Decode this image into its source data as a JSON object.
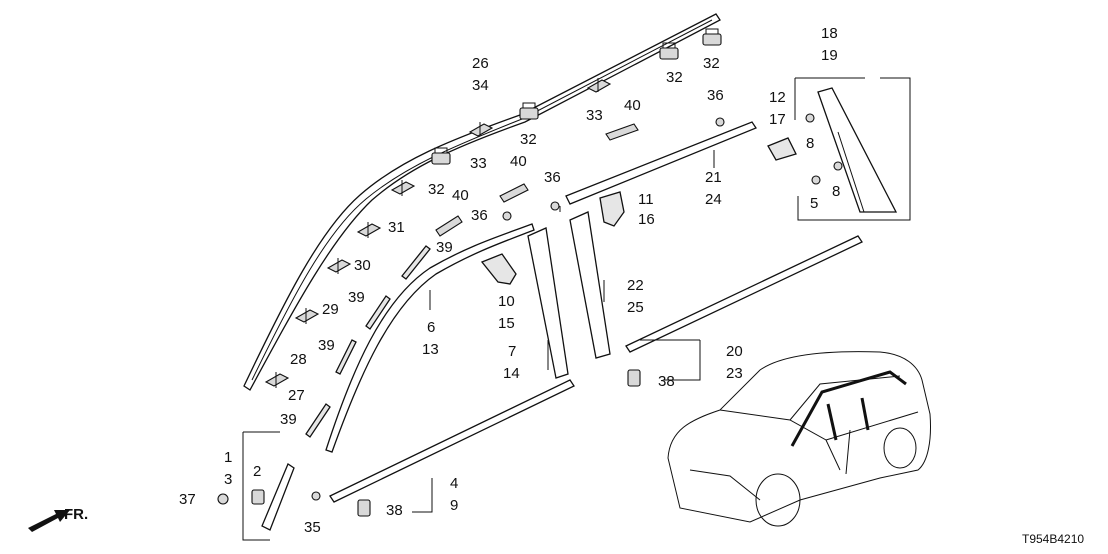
{
  "diagram_code": "T954B4210",
  "front_indicator": "FR.",
  "callouts": {
    "c1": "1",
    "c3": "3",
    "c2": "2",
    "c37": "37",
    "c4": "4",
    "c9": "9",
    "c35": "35",
    "c38a": "38",
    "c6": "6",
    "c13": "13",
    "c7": "7",
    "c14": "14",
    "c10": "10",
    "c15": "15",
    "c22": "22",
    "c25": "25",
    "c11": "11",
    "c16": "16",
    "c20": "20",
    "c23": "23",
    "c38b": "38",
    "c21": "21",
    "c24": "24",
    "c36a": "36",
    "c36b": "36",
    "c36c": "36",
    "c12": "12",
    "c17": "17",
    "c8a": "8",
    "c8b": "8",
    "c5": "5",
    "c18": "18",
    "c19": "19",
    "c26": "26",
    "c34": "34",
    "c32a": "32",
    "c32b": "32",
    "c32c": "32",
    "c32d": "32",
    "c33a": "33",
    "c33b": "33",
    "c40a": "40",
    "c40b": "40",
    "c40c": "40",
    "c39a": "39",
    "c39b": "39",
    "c39c": "39",
    "c39d": "39",
    "c31": "31",
    "c30": "30",
    "c29": "29",
    "c28": "28",
    "c27": "27"
  }
}
